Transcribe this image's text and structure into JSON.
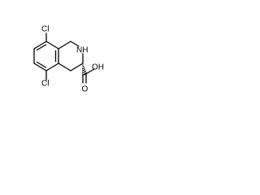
{
  "labels": {
    "cl_top": "Cl",
    "cl_bottom": "Cl",
    "nh": "NH",
    "oh": "OH",
    "o": "O"
  }
}
